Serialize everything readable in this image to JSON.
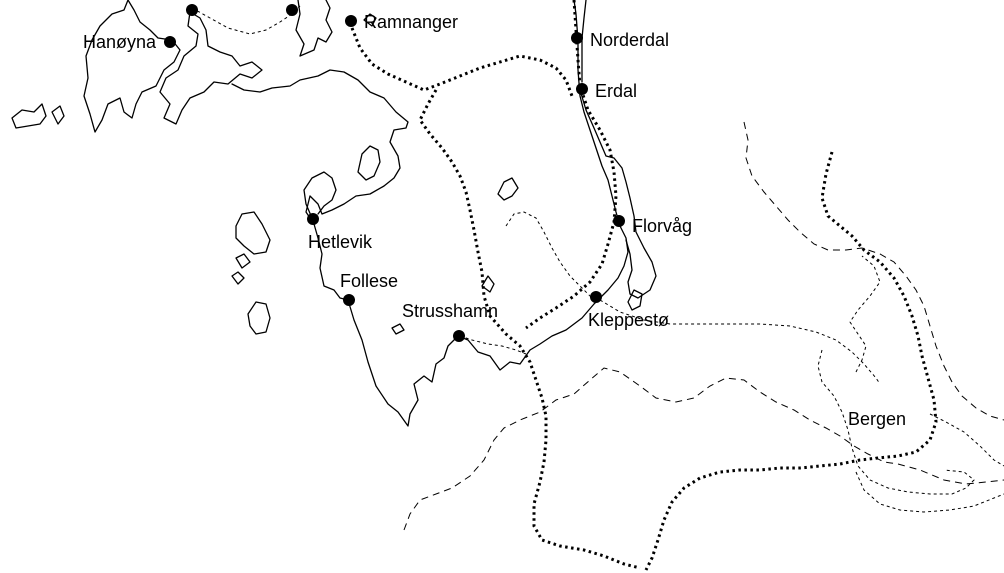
{
  "map": {
    "places": [
      {
        "id": "hanoyna",
        "name": "Hanøyna"
      },
      {
        "id": "ramnanger",
        "name": "Ramnanger"
      },
      {
        "id": "norderdal",
        "name": "Norderdal"
      },
      {
        "id": "erdal",
        "name": "Erdal"
      },
      {
        "id": "hetlevik",
        "name": "Hetlevik"
      },
      {
        "id": "florvag",
        "name": "Florvåg"
      },
      {
        "id": "follese",
        "name": "Follese"
      },
      {
        "id": "kleppesto",
        "name": "Kleppestø"
      },
      {
        "id": "strusshamn",
        "name": "Strusshamn"
      },
      {
        "id": "bergen",
        "name": "Bergen"
      }
    ],
    "legend_line_types": [
      "coastline",
      "municipal-border",
      "road",
      "trail"
    ]
  }
}
